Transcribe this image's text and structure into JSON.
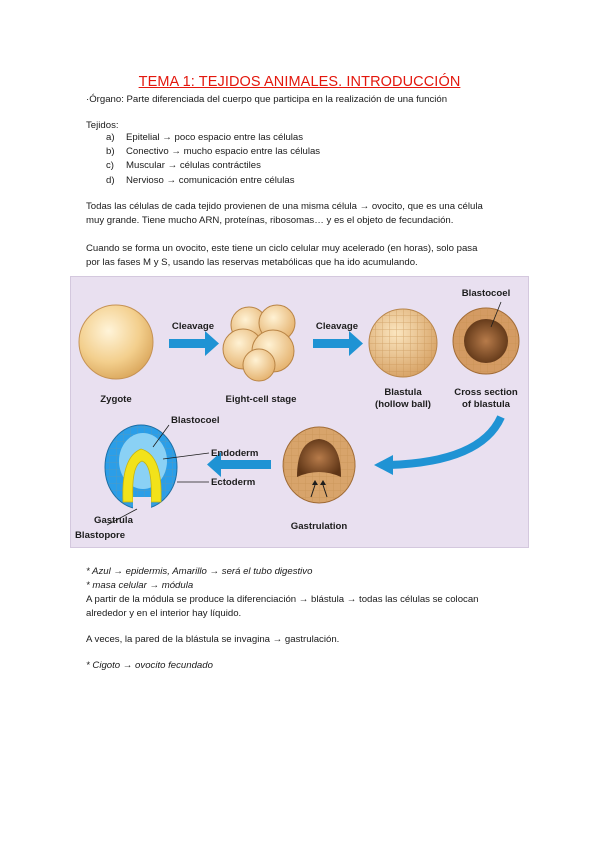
{
  "title": "TEMA 1: TEJIDOS ANIMALES. INTRODUCCIÓN",
  "organo_def": "·Órgano: Parte diferenciada del cuerpo que participa en la realización de una función",
  "tejidos_heading": "Tejidos:",
  "tejidos": [
    {
      "marker": "a)",
      "text": "Epitelial → poco espacio entre las células"
    },
    {
      "marker": "b)",
      "text": "Conectivo → mucho espacio entre las células"
    },
    {
      "marker": "c)",
      "text": "Muscular → células contráctiles"
    },
    {
      "marker": "d)",
      "text": "Nervioso → comunicación entre células"
    }
  ],
  "para1": [
    "Todas las células de cada tejido provienen de una misma célula → ovocito, que es una célula",
    "muy grande. Tiene mucho ARN, proteínas, ribosomas… y es el objeto de fecundación."
  ],
  "para2": [
    "Cuando se forma un ovocito, este tiene un ciclo celular muy acelerado (en horas), solo pasa",
    "por las fases M y S, usando las reservas metabólicas que ha ido acumulando."
  ],
  "figure": {
    "zygote": "Zygote",
    "cleavage_1": "Cleavage",
    "eight_cell": "Eight-cell stage",
    "cleavage_2": "Cleavage",
    "blastula_1": "Blastula",
    "blastula_2": "(hollow ball)",
    "blastocoel_top": "Blastocoel",
    "cross_1": "Cross section",
    "cross_2": "of blastula",
    "blastocoel_left": "Blastocoel",
    "endoderm": "Endoderm",
    "ectoderm": "Ectoderm",
    "gastrula": "Gastrula",
    "blastopore": "Blastopore",
    "gastrulation": "Gastrulation"
  },
  "notes": {
    "note1": "* Azul → epidermis, Amarillo → será el tubo digestivo",
    "note2": "* masa celular → módula",
    "para3": [
      "A partir de la módula se produce la diferenciación → blástula → todas las células se colocan",
      "alrededor y en el interior hay líquido."
    ],
    "para4": "A veces, la pared de la blástula se invagina → gastrulación.",
    "note3": "* Cigoto → ovocito fecundado"
  },
  "colors": {
    "title": "#e3170d",
    "arrow": "#1f93d4",
    "figure_bg": "#e9e0f0",
    "ectoderm_blue": "#2b9ee8",
    "endoderm_yellow": "#f2e21a"
  }
}
